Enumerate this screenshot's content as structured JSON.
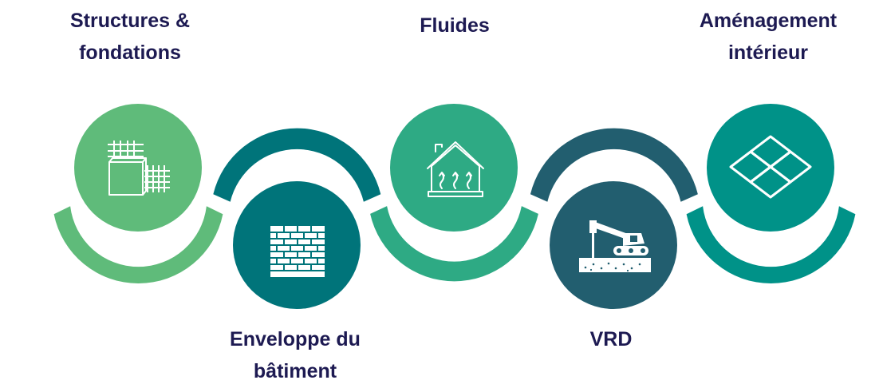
{
  "colors": {
    "text": "#1d1a52",
    "step1": "#5fbb7a",
    "step2": "#00747a",
    "step3": "#2eaa84",
    "step4": "#225e6f",
    "step5": "#009288",
    "icon": "#ffffff"
  },
  "steps": [
    {
      "label": "Structures &\nfondations",
      "icon": "rebar-foundation-icon"
    },
    {
      "label": "Enveloppe du\nbâtiment",
      "icon": "brick-wall-icon"
    },
    {
      "label": "Fluides",
      "icon": "house-heating-icon"
    },
    {
      "label": "VRD",
      "icon": "excavator-icon"
    },
    {
      "label": "Aménagement\nintérieur",
      "icon": "floor-tiles-icon"
    }
  ]
}
